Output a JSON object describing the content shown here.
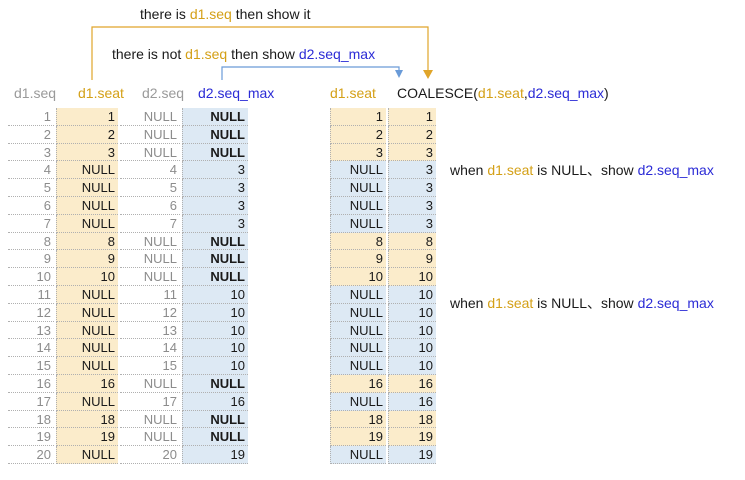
{
  "annotations": {
    "top": {
      "p1": "there is ",
      "seq": "d1.seq",
      "p2": " then show it"
    },
    "mid": {
      "p1": "there is not ",
      "seq": "d1.seq",
      "p2": " then show ",
      "max": "d2.seq_max"
    },
    "note1": {
      "p1": "when ",
      "seat": "d1.seat",
      "p2": " is NULL、show ",
      "max": "d2.seq_max"
    },
    "note2": {
      "p1": "when ",
      "seat": "d1.seat",
      "p2": " is NULL、show ",
      "max": "d2.seq_max"
    }
  },
  "left_table": {
    "headers": {
      "seq": "d1.seq",
      "seat": "d1.seat",
      "seq2": "d2.seq",
      "max": "d2.seq_max"
    },
    "rows": [
      {
        "seq": "1",
        "seat": "1",
        "seq2": "NULL",
        "max": "NULL"
      },
      {
        "seq": "2",
        "seat": "2",
        "seq2": "NULL",
        "max": "NULL"
      },
      {
        "seq": "3",
        "seat": "3",
        "seq2": "NULL",
        "max": "NULL"
      },
      {
        "seq": "4",
        "seat": "NULL",
        "seq2": "4",
        "max": "3"
      },
      {
        "seq": "5",
        "seat": "NULL",
        "seq2": "5",
        "max": "3"
      },
      {
        "seq": "6",
        "seat": "NULL",
        "seq2": "6",
        "max": "3"
      },
      {
        "seq": "7",
        "seat": "NULL",
        "seq2": "7",
        "max": "3"
      },
      {
        "seq": "8",
        "seat": "8",
        "seq2": "NULL",
        "max": "NULL"
      },
      {
        "seq": "9",
        "seat": "9",
        "seq2": "NULL",
        "max": "NULL"
      },
      {
        "seq": "10",
        "seat": "10",
        "seq2": "NULL",
        "max": "NULL"
      },
      {
        "seq": "11",
        "seat": "NULL",
        "seq2": "11",
        "max": "10"
      },
      {
        "seq": "12",
        "seat": "NULL",
        "seq2": "12",
        "max": "10"
      },
      {
        "seq": "13",
        "seat": "NULL",
        "seq2": "13",
        "max": "10"
      },
      {
        "seq": "14",
        "seat": "NULL",
        "seq2": "14",
        "max": "10"
      },
      {
        "seq": "15",
        "seat": "NULL",
        "seq2": "15",
        "max": "10"
      },
      {
        "seq": "16",
        "seat": "16",
        "seq2": "NULL",
        "max": "NULL"
      },
      {
        "seq": "17",
        "seat": "NULL",
        "seq2": "17",
        "max": "16"
      },
      {
        "seq": "18",
        "seat": "18",
        "seq2": "NULL",
        "max": "NULL"
      },
      {
        "seq": "19",
        "seat": "19",
        "seq2": "NULL",
        "max": "NULL"
      },
      {
        "seq": "20",
        "seat": "NULL",
        "seq2": "20",
        "max": "19"
      }
    ]
  },
  "right_table": {
    "headers": {
      "seat": "d1.seat",
      "coal_fn": "COALESCE(",
      "coal_a": "d1.seat",
      "coal_sep": ",",
      "coal_b": "d2.seq_max",
      "coal_end": ")"
    },
    "rows": [
      {
        "seat": "1",
        "coal": "1",
        "src": "seat"
      },
      {
        "seat": "2",
        "coal": "2",
        "src": "seat"
      },
      {
        "seat": "3",
        "coal": "3",
        "src": "seat"
      },
      {
        "seat": "NULL",
        "coal": "3",
        "src": "max"
      },
      {
        "seat": "NULL",
        "coal": "3",
        "src": "max"
      },
      {
        "seat": "NULL",
        "coal": "3",
        "src": "max"
      },
      {
        "seat": "NULL",
        "coal": "3",
        "src": "max"
      },
      {
        "seat": "8",
        "coal": "8",
        "src": "seat"
      },
      {
        "seat": "9",
        "coal": "9",
        "src": "seat"
      },
      {
        "seat": "10",
        "coal": "10",
        "src": "seat"
      },
      {
        "seat": "NULL",
        "coal": "10",
        "src": "max"
      },
      {
        "seat": "NULL",
        "coal": "10",
        "src": "max"
      },
      {
        "seat": "NULL",
        "coal": "10",
        "src": "max"
      },
      {
        "seat": "NULL",
        "coal": "10",
        "src": "max"
      },
      {
        "seat": "NULL",
        "coal": "10",
        "src": "max"
      },
      {
        "seat": "16",
        "coal": "16",
        "src": "seat"
      },
      {
        "seat": "NULL",
        "coal": "16",
        "src": "max"
      },
      {
        "seat": "18",
        "coal": "18",
        "src": "seat"
      },
      {
        "seat": "19",
        "coal": "19",
        "src": "seat"
      },
      {
        "seat": "NULL",
        "coal": "19",
        "src": "max"
      }
    ]
  },
  "colors": {
    "orange": "#d4a017",
    "blue": "#2b2bd6",
    "seat_bg": "#fbeccb",
    "max_bg": "#dde9f4"
  }
}
